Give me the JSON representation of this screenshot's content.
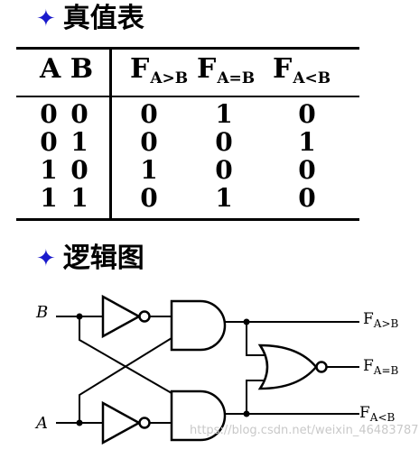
{
  "headings": {
    "truth_table": "真值表",
    "logic_diagram": "逻辑图",
    "bullet_icon": "blue-star-icon"
  },
  "truth_table": {
    "header": {
      "inputs": "A B",
      "out1": {
        "base": "F",
        "sub": "A>B"
      },
      "out2": {
        "base": "F",
        "sub": "A=B"
      },
      "out3": {
        "base": "F",
        "sub": "A<B"
      }
    },
    "rows": [
      {
        "a": "0",
        "b": "0",
        "gt": "0",
        "eq": "1",
        "lt": "0"
      },
      {
        "a": "0",
        "b": "1",
        "gt": "0",
        "eq": "0",
        "lt": "1"
      },
      {
        "a": "1",
        "b": "0",
        "gt": "1",
        "eq": "0",
        "lt": "0"
      },
      {
        "a": "1",
        "b": "1",
        "gt": "0",
        "eq": "1",
        "lt": "0"
      }
    ]
  },
  "logic_diagram": {
    "input_b": "B",
    "input_a": "A",
    "outputs": [
      {
        "base": "F",
        "sub": "A>B"
      },
      {
        "base": "F",
        "sub": "A=B"
      },
      {
        "base": "F",
        "sub": "A<B"
      }
    ]
  },
  "watermark": "https://blog.csdn.net/weixin_46483787"
}
